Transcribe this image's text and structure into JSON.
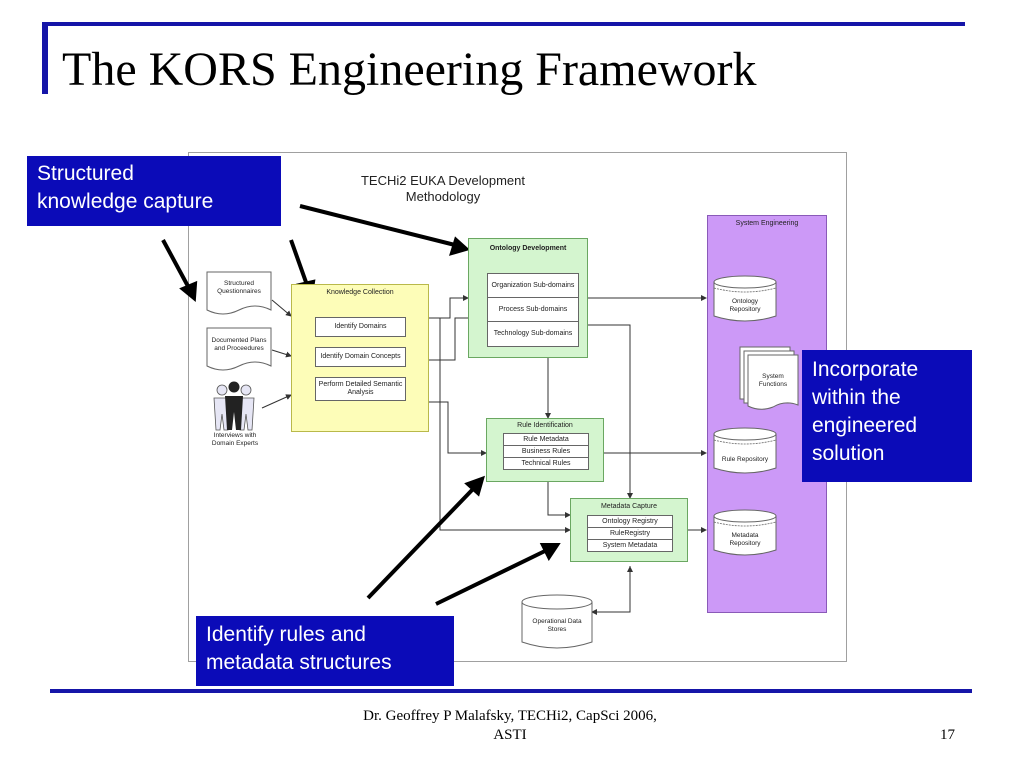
{
  "slide": {
    "title": "The KORS Engineering Framework",
    "footer_line1": "Dr. Geoffrey P Malafsky, TECHi2,   CapSci 2006,",
    "footer_line2": "ASTI",
    "page_number": "17",
    "accent_color": "#1515a8"
  },
  "diagram": {
    "title_line1": "TECHi2 EUKA Development",
    "title_line2": "Methodology",
    "inputs": {
      "questionnaires_line1": "Structured",
      "questionnaires_line2": "Questionnaires",
      "plans_line1": "Documented Plans",
      "plans_line2": "and Proceedures",
      "interviews_line1": "Interviews with",
      "interviews_line2": "Domain Experts"
    },
    "knowledge_collection": {
      "title": "Knowledge Collection",
      "items": [
        "Identify Domains",
        "Identify Domain Concepts",
        "Perform Detailed Semantic Analysis"
      ]
    },
    "ontology_development": {
      "title": "Ontology Development",
      "items": [
        "Organization Sub-domains",
        "Process Sub-domains",
        "Technology Sub-domains"
      ]
    },
    "rule_identification": {
      "title": "Rule Identification",
      "items": [
        "Rule Metadata",
        "Business Rules",
        "Technical Rules"
      ]
    },
    "metadata_capture": {
      "title": "Metadata Capture",
      "items": [
        "Ontology Registry",
        "RuleRegistry",
        "System Metadata"
      ]
    },
    "system_engineering": {
      "title": "System Engineering",
      "ontology_repo_line1": "Ontology",
      "ontology_repo_line2": "Repository",
      "system_functions_line1": "System",
      "system_functions_line2": "Functions",
      "rule_repo": "Rule Repository",
      "metadata_repo_line1": "Metadata",
      "metadata_repo_line2": "Repository"
    },
    "operational_line1": "Operational Data",
    "operational_line2": "Stores"
  },
  "callouts": {
    "structured_line1": "Structured",
    "structured_line2": "knowledge capture",
    "incorporate_line1": "Incorporate",
    "incorporate_line2": "within the",
    "incorporate_line3": "engineered",
    "incorporate_line4": "solution",
    "identify_line1": "Identify rules and",
    "identify_line2": "metadata structures",
    "callout_color": "#0b0bb8"
  }
}
